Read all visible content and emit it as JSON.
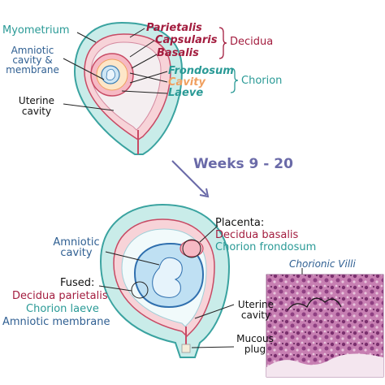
{
  "colors": {
    "teal": "#2a9a96",
    "decidua_red": "#a31d3f",
    "cavity_orange": "#f0a060",
    "blue": "#2f5f92",
    "arrow_purple": "#6a6aa8",
    "histology_pink": "#c77fb2"
  },
  "top": {
    "myometrium": "Myometrium",
    "parietalis": "Parietalis",
    "capsularis": "Capsularis",
    "basalis": "Basalis",
    "decidua": "Decidua",
    "amniotic_lines": [
      "Amniotic",
      "cavity &",
      "membrane"
    ],
    "frondosum": "Frondosum",
    "cavity": "Cavity",
    "laeve": "Laeve",
    "chorion": "Chorion",
    "uterine_lines": [
      "Uterine",
      "cavity"
    ]
  },
  "transition": {
    "weeks": "Weeks 9 - 20"
  },
  "bottom": {
    "amniotic_lines": [
      "Amniotic",
      "cavity"
    ],
    "placenta": "Placenta:",
    "decidua_basalis": "Decidua basalis",
    "chorion_frondosum": "Chorion frondosum",
    "chorionic_villi": "Chorionic Villi",
    "fused": "Fused:",
    "decidua_parietalis": "Decidua parietalis",
    "chorion_laeve": "Chorion laeve",
    "amniotic_membrane": "Amniotic membrane",
    "uterine_lines": [
      "Uterine",
      "cavity"
    ],
    "mucous_lines": [
      "Mucous",
      "plug"
    ]
  }
}
